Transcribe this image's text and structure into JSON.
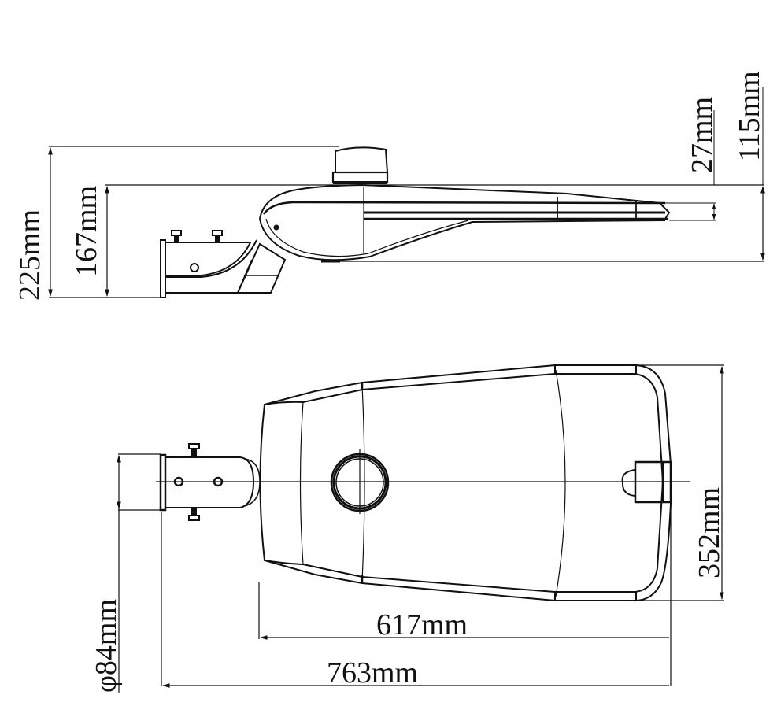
{
  "drawing": {
    "title": "LED street light dimension drawing",
    "units": "mm",
    "line_color": "#111111",
    "background": "#ffffff"
  },
  "side_view": {
    "dimensions": {
      "overall_height": "225mm",
      "body_height": "167mm",
      "sensor_height": "115mm",
      "lens_thickness": "27mm"
    }
  },
  "top_view": {
    "dimensions": {
      "width": "352mm",
      "body_length": "617mm",
      "overall_length": "763mm",
      "pole_diameter": "φ84mm"
    }
  }
}
